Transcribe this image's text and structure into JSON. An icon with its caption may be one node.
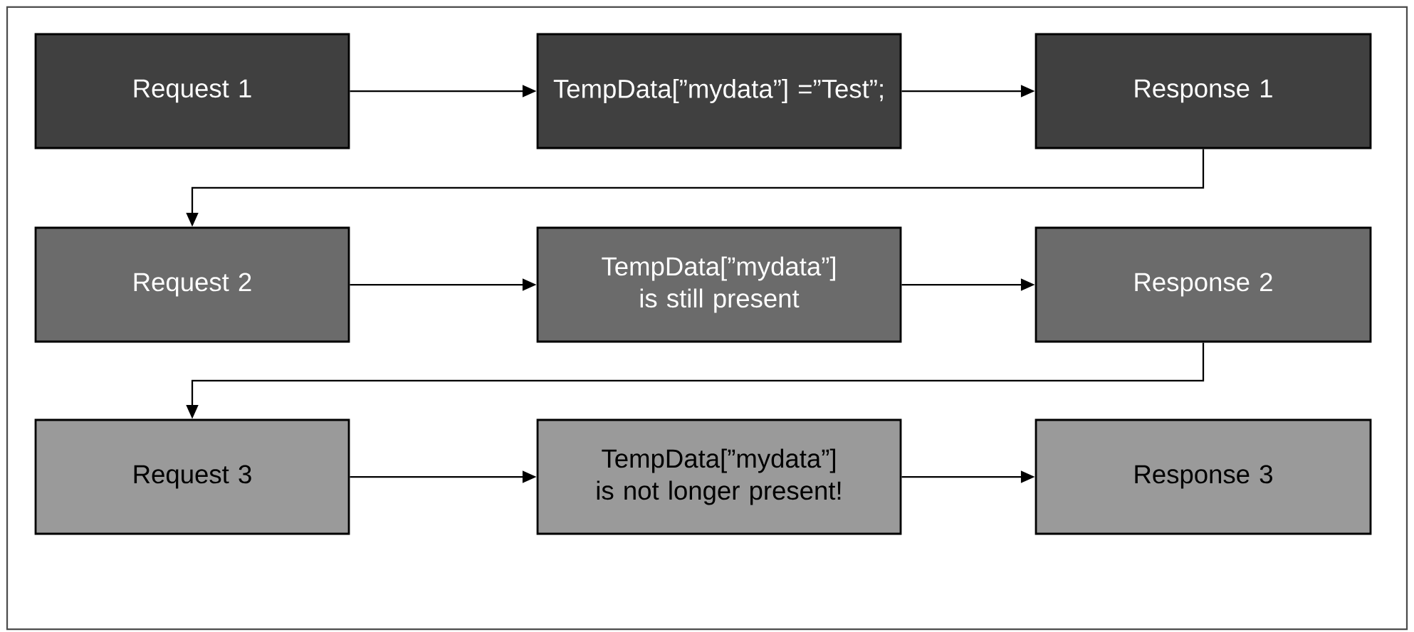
{
  "diagram": {
    "nodes": [
      {
        "text": [
          "Request 1"
        ]
      },
      {
        "text": [
          "TempData[”mydata”] =”Test”;"
        ]
      },
      {
        "text": [
          "Response 1"
        ]
      },
      {
        "text": [
          "Request 2"
        ]
      },
      {
        "text": [
          "TempData[”mydata”] is still present"
        ]
      },
      {
        "text": [
          "Response 2"
        ]
      },
      {
        "text": [
          "Request 3"
        ]
      },
      {
        "text": [
          "TempData[”mydata”] is not longer present!"
        ]
      },
      {
        "text": [
          "Response 3"
        ]
      }
    ],
    "edges": [
      {
        "from": 0,
        "to": 1,
        "arrow": "to"
      },
      {
        "from": 1,
        "to": 2,
        "arrow": "to"
      },
      {
        "from": 2,
        "to": 3,
        "arrow": "to"
      },
      {
        "from": 3,
        "to": 4,
        "arrow": "to"
      },
      {
        "from": 4,
        "to": 5,
        "arrow": "to"
      },
      {
        "from": 5,
        "to": 6,
        "arrow": "to"
      },
      {
        "from": 6,
        "to": 7,
        "arrow": "to"
      },
      {
        "from": 7,
        "to": 8,
        "arrow": "to"
      }
    ]
  }
}
